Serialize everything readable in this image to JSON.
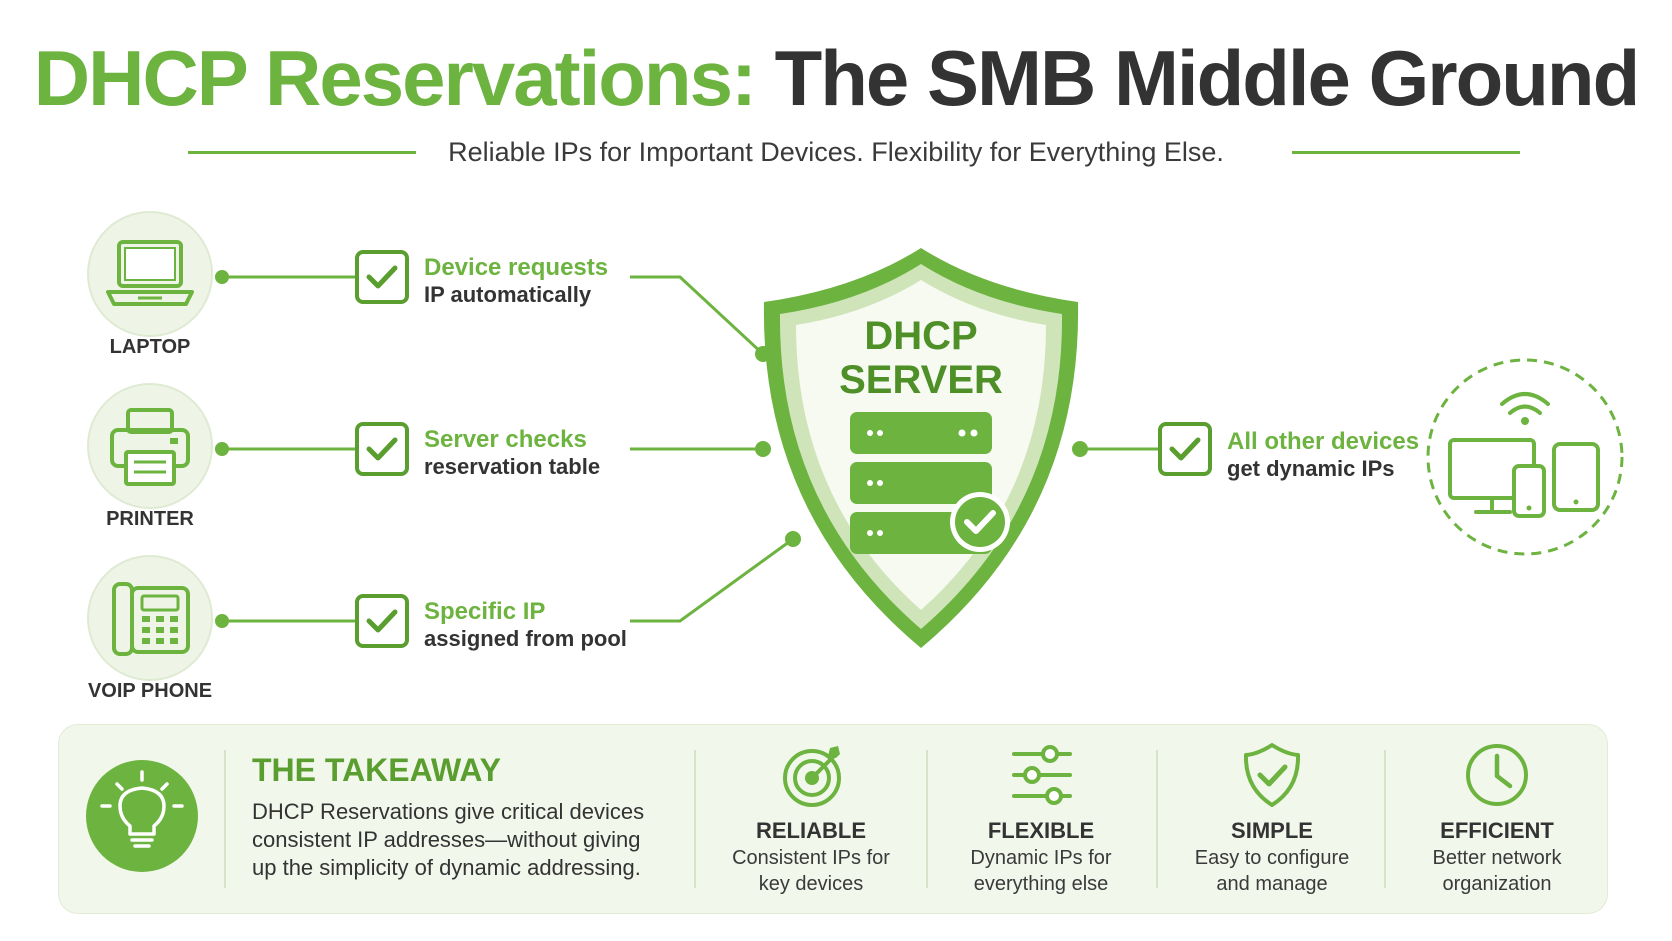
{
  "title": {
    "part1": "DHCP Reservations:",
    "part2": "The SMB Middle Ground"
  },
  "subtitle": "Reliable IPs for Important Devices. Flexibility for Everything Else.",
  "devices": [
    {
      "label": "LAPTOP",
      "icon": "laptop-icon"
    },
    {
      "label": "PRINTER",
      "icon": "printer-icon"
    },
    {
      "label": "VOIP PHONE",
      "icon": "phone-icon"
    }
  ],
  "steps": [
    {
      "strong": "Device requests",
      "rest": "IP automatically"
    },
    {
      "strong": "Server checks",
      "rest": "reservation table"
    },
    {
      "strong": "Specific IP",
      "rest": "assigned from pool"
    }
  ],
  "server": {
    "line1": "DHCP",
    "line2": "SERVER",
    "icon": "server-rack-icon"
  },
  "other": {
    "strong": "All other devices",
    "rest": "get dynamic IPs",
    "icon": "multi-device-wifi-icon"
  },
  "takeaway": {
    "title": "THE TAKEAWAY",
    "body": "DHCP Reservations give critical devices consistent IP addresses—without giving up the simplicity of dynamic addressing.",
    "icon": "lightbulb-icon"
  },
  "features": [
    {
      "title": "RELIABLE",
      "desc1": "Consistent IPs for",
      "desc2": "key devices",
      "icon": "target-icon"
    },
    {
      "title": "FLEXIBLE",
      "desc1": "Dynamic IPs for",
      "desc2": "everything else",
      "icon": "sliders-icon"
    },
    {
      "title": "SIMPLE",
      "desc1": "Easy to configure",
      "desc2": "and manage",
      "icon": "shield-check-icon"
    },
    {
      "title": "EFFICIENT",
      "desc1": "Better network",
      "desc2": "organization",
      "icon": "clock-icon"
    }
  ],
  "colors": {
    "accent": "#6db33f",
    "accent_dark": "#4e8f27",
    "light": "#eef5e6",
    "text": "#333333"
  }
}
